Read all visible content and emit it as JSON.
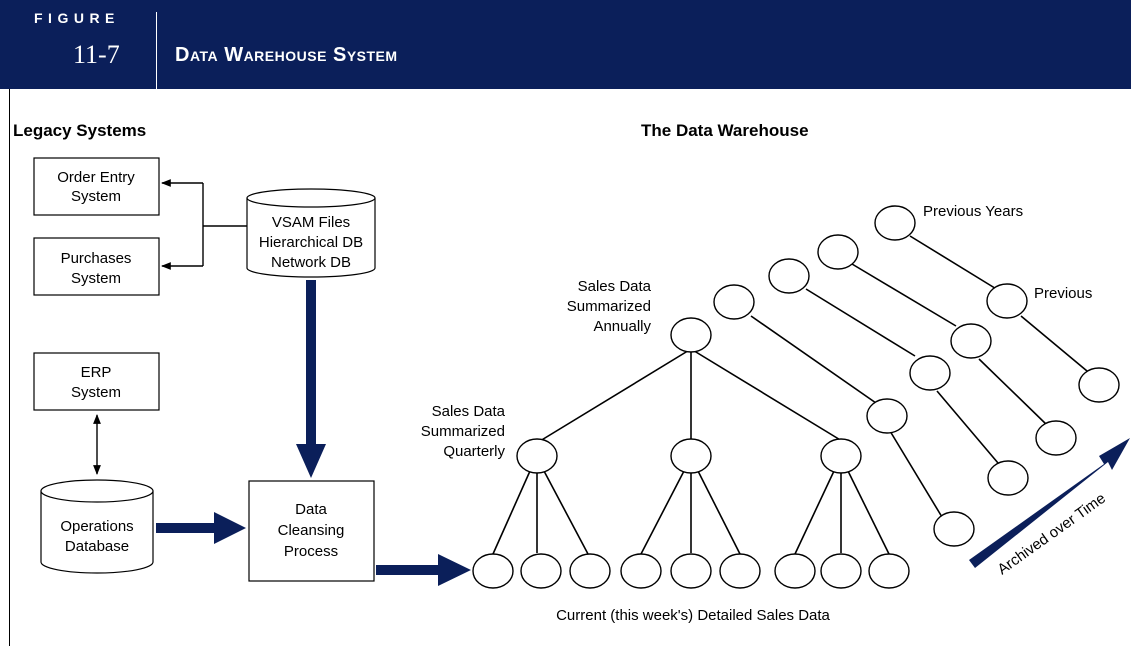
{
  "header": {
    "figure_word": "FIGURE",
    "figure_number": "11-7",
    "title": "Data Warehouse System",
    "band_color": "#0b1f5a"
  },
  "sections": {
    "legacy_title": "Legacy Systems",
    "warehouse_title": "The Data Warehouse"
  },
  "legacy": {
    "order_entry": [
      "Order Entry",
      "System"
    ],
    "purchases": [
      "Purchases",
      "System"
    ],
    "vsam": [
      "VSAM Files",
      "Hierarchical DB",
      "Network DB"
    ],
    "erp": [
      "ERP",
      "System"
    ],
    "operations": [
      "Operations",
      "Database"
    ],
    "cleansing": [
      "Data",
      "Cleansing",
      "Process"
    ]
  },
  "warehouse": {
    "annual_label": [
      "Sales Data",
      "Summarized",
      "Annually"
    ],
    "quarterly_label": [
      "Sales Data",
      "Summarized",
      "Quarterly"
    ],
    "detail_label": "Current (this week's) Detailed Sales Data",
    "previous_years": "Previous Years",
    "previous": "Previous",
    "archived": "Archived over Time"
  },
  "colors": {
    "arrow": "#0b1f5a",
    "line": "#000000"
  }
}
